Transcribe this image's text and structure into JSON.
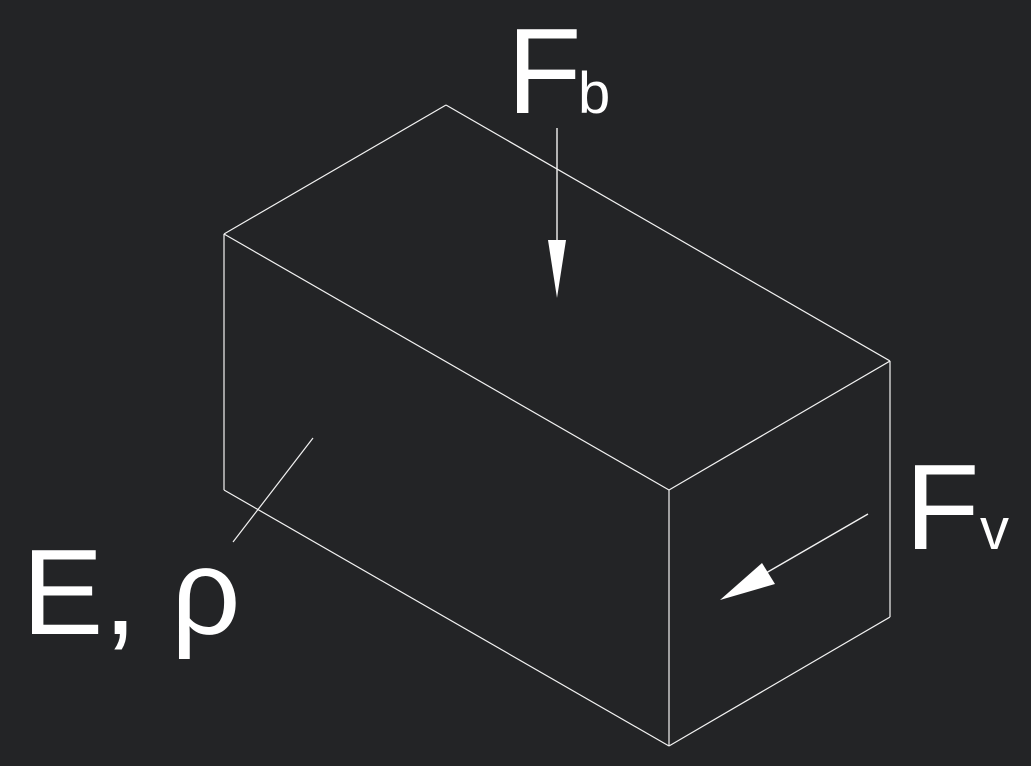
{
  "labels": {
    "force_b_main": "F",
    "force_b_sub": "b",
    "force_v_main": "F",
    "force_v_sub": "v",
    "material": "E, ρ"
  },
  "colors": {
    "background": "#232426",
    "lines": "#f2f2f2",
    "text": "#ffffff"
  }
}
